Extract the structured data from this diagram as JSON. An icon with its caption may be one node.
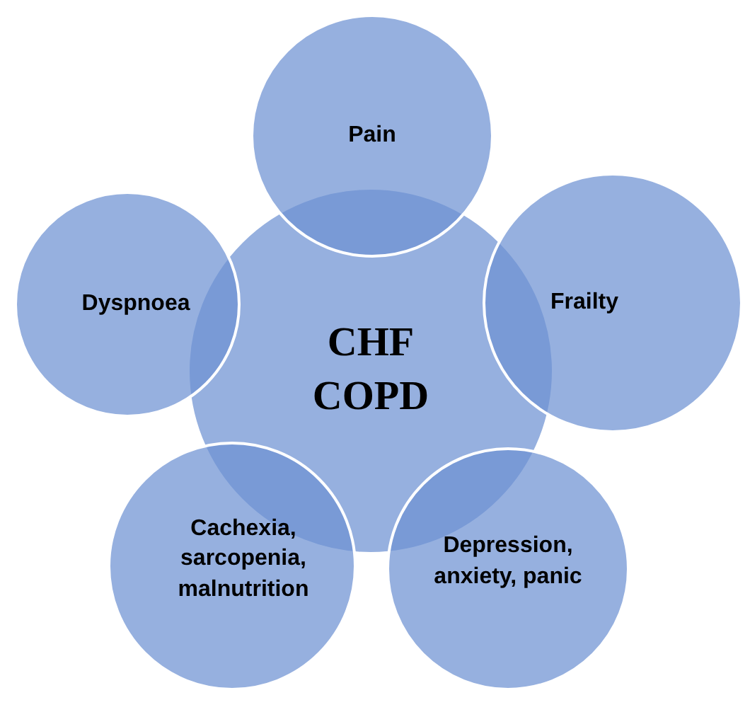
{
  "diagram": {
    "nodes": [
      {
        "text": [
          "Pain"
        ]
      },
      {
        "text": [
          "Dyspnoea"
        ]
      },
      {
        "text": [
          "CHF COPD"
        ]
      },
      {
        "text": [
          "Frailty"
        ]
      },
      {
        "text": [
          "Cachexia, sarcopenia, malnutrition"
        ]
      },
      {
        "text": [
          "Depression, anxiety, panic"
        ]
      }
    ],
    "edges": []
  }
}
